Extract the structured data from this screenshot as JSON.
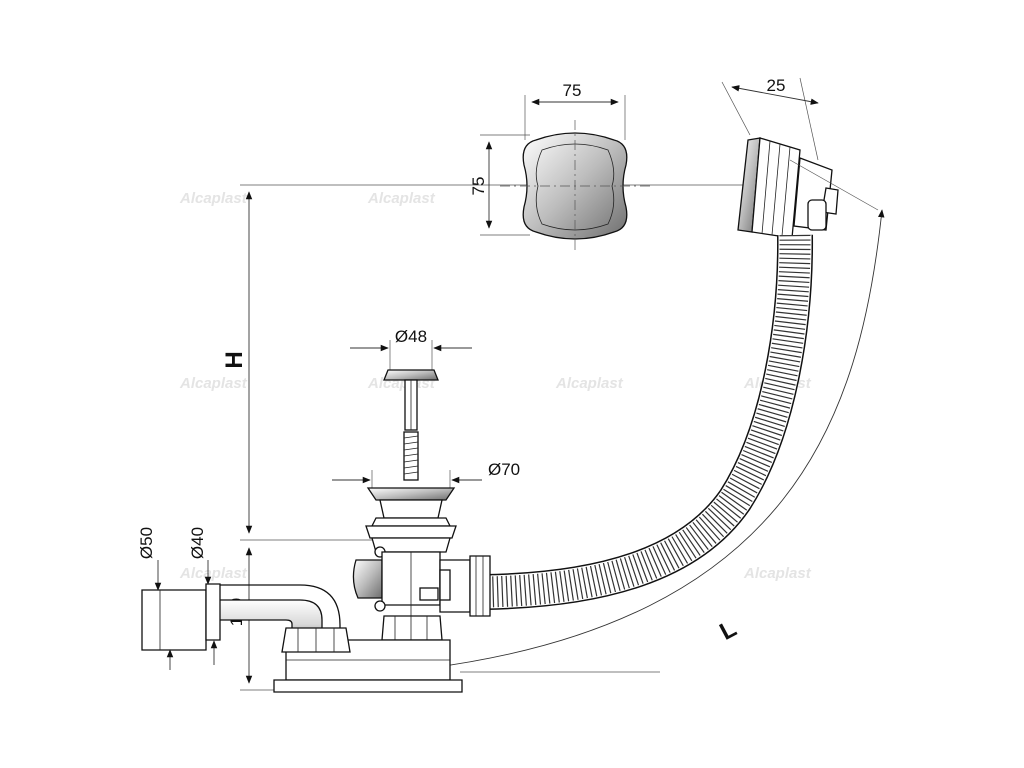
{
  "dimensions": {
    "cap_width": "75",
    "cap_height": "75",
    "overflow_depth": "25",
    "stopper_diameter": "Ø48",
    "drain_diameter": "Ø70",
    "outlet_outer_diameter": "Ø50",
    "outlet_inner_diameter": "Ø40",
    "outlet_height": "120",
    "height_label": "H",
    "length_label": "L"
  },
  "watermark": {
    "brand": "Alcaplast"
  }
}
